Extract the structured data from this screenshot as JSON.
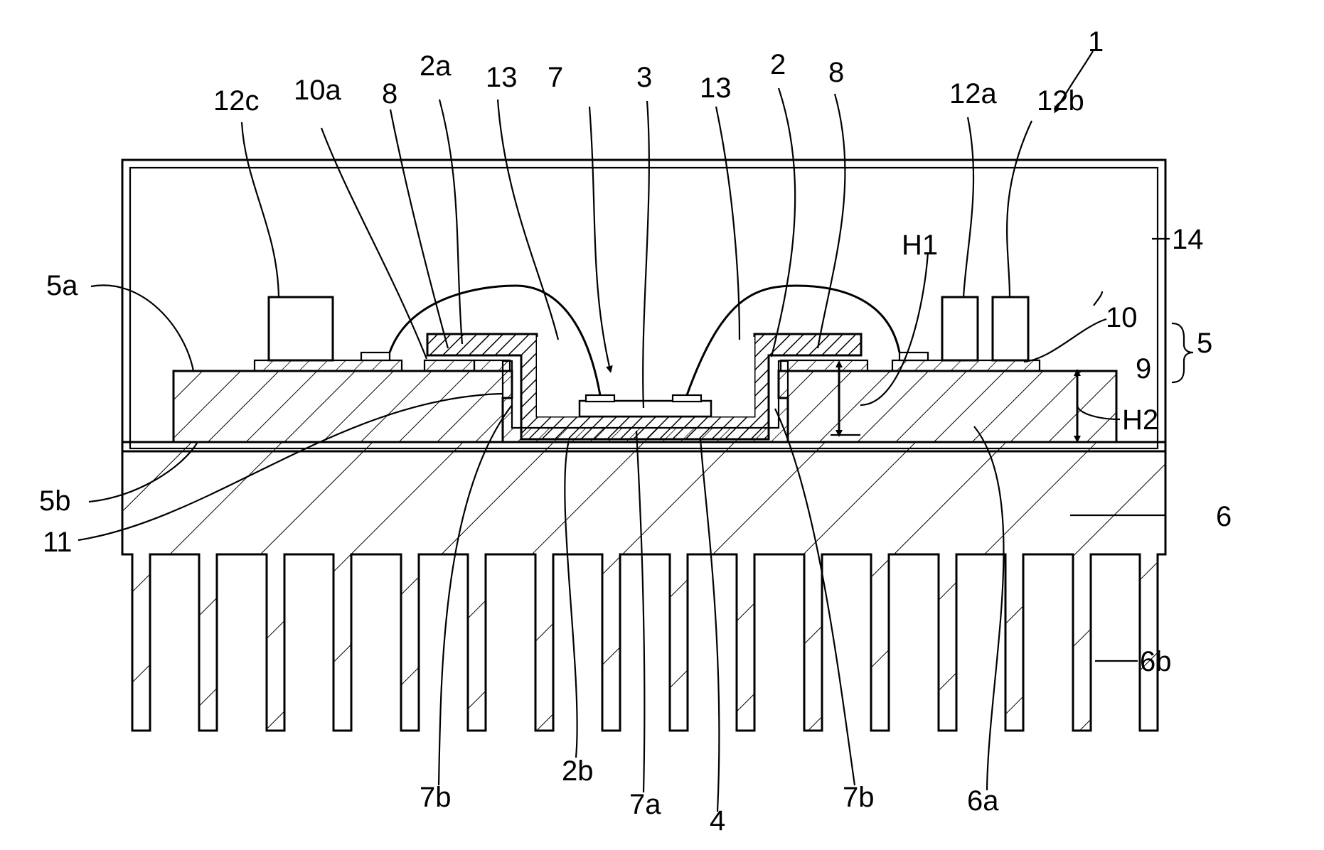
{
  "figure": {
    "labels": {
      "device": "1",
      "package": "2",
      "package_flange": "2a",
      "package_bottom": "2b",
      "chip": "3",
      "bottom_layer": "4",
      "substrate": "5",
      "substrate_top": "5a",
      "substrate_bottom": "5b",
      "heat_sink": "6",
      "heat_sink_top": "6a",
      "fins": "6b",
      "recess": "7",
      "recess_bottom": "7a",
      "recess_wall_left": "7b",
      "recess_wall_right": "7b",
      "pad_left": "8",
      "pad_right": "8",
      "core_layer": "9",
      "wiring_layer": "10",
      "wiring_pattern": "10a",
      "bonding_layer": "11",
      "component_a": "12a",
      "component_b": "12b",
      "component_c": "12c",
      "wire_left": "13",
      "wire_right": "13",
      "case": "14",
      "height_1": "H1",
      "height_2": "H2"
    }
  }
}
